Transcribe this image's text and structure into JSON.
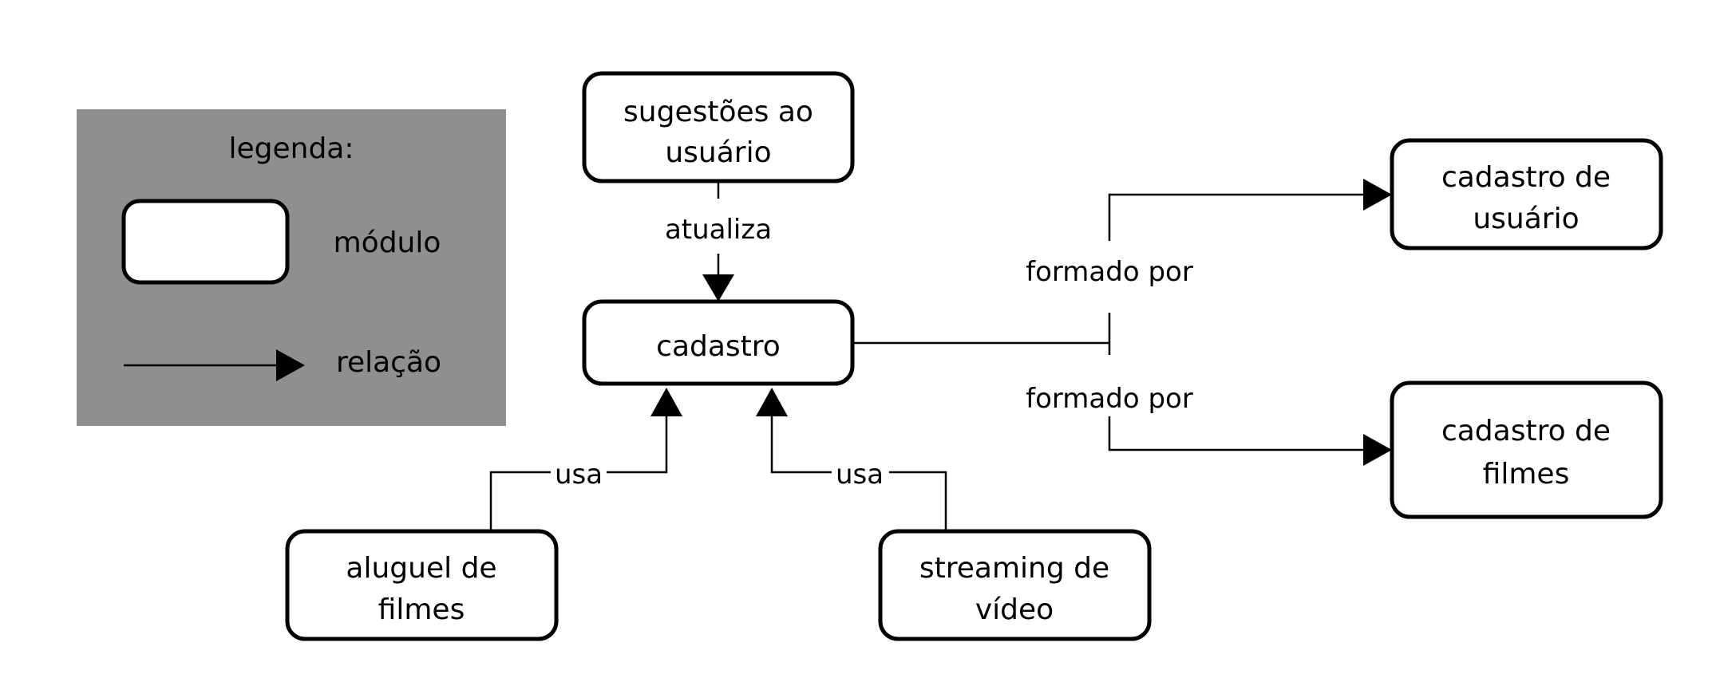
{
  "legend": {
    "title": "legenda:",
    "module_label": "módulo",
    "relation_label": "relação",
    "background_color": "#8f8f8f"
  },
  "nodes": {
    "sugestoes": {
      "line1": "sugestões ao",
      "line2": "usuário"
    },
    "cadastro": {
      "label": "cadastro"
    },
    "aluguel": {
      "line1": "aluguel de",
      "line2": "filmes"
    },
    "streaming": {
      "line1": "streaming de",
      "line2": "vídeo"
    },
    "cad_usuario": {
      "line1": "cadastro de",
      "line2": "usuário"
    },
    "cad_filmes": {
      "line1": "cadastro de",
      "line2": "filmes"
    }
  },
  "edges": {
    "atualiza": "atualiza",
    "usa_aluguel": "usa",
    "usa_streaming": "usa",
    "formado_usuario": "formado por",
    "formado_filmes": "formado por"
  }
}
